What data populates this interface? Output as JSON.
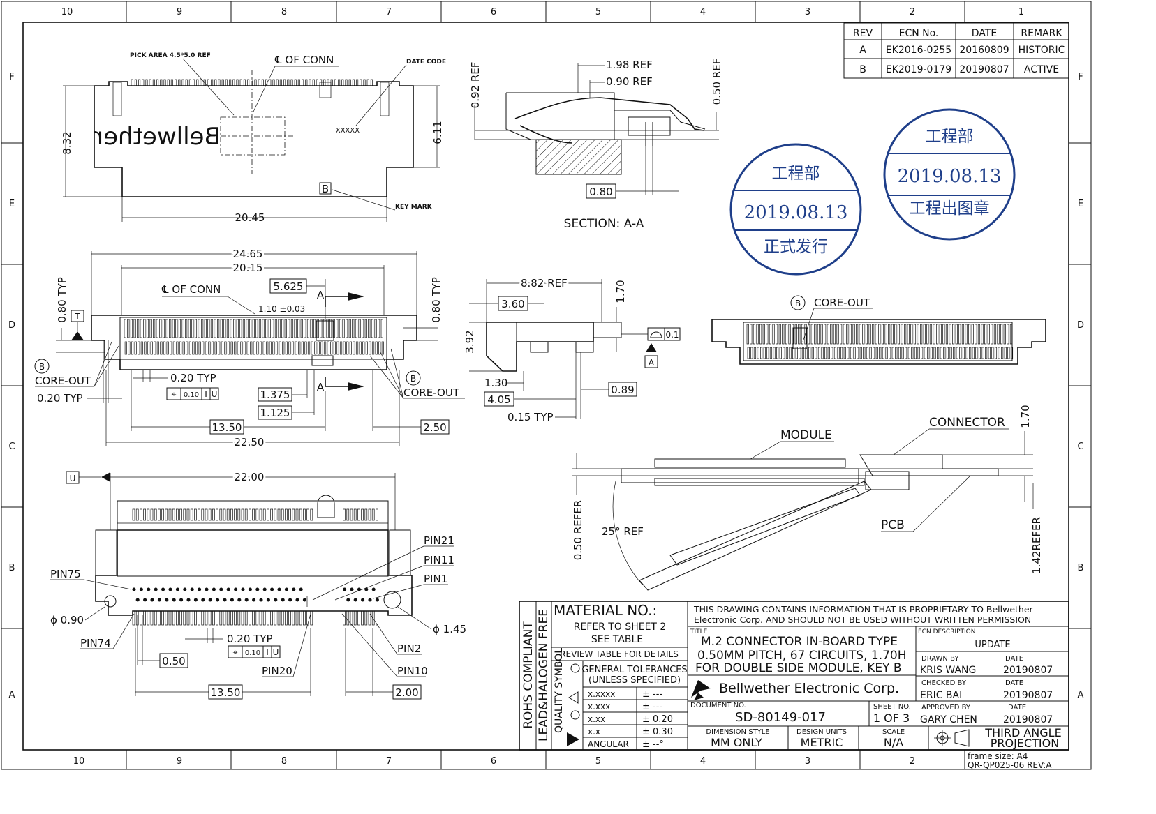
{
  "zones": {
    "columns": [
      "10",
      "9",
      "8",
      "7",
      "6",
      "5",
      "4",
      "3",
      "2",
      "1"
    ],
    "rows": [
      "F",
      "E",
      "D",
      "C",
      "B",
      "A"
    ]
  },
  "revision_table": {
    "headers": [
      "REV",
      "ECN No.",
      "DATE",
      "REMARK"
    ],
    "rows": [
      [
        "A",
        "EK2016-0255",
        "20160809",
        "HISTORIC"
      ],
      [
        "B",
        "EK2019-0179",
        "20190807",
        "ACTIVE"
      ]
    ]
  },
  "stamps": [
    {
      "top": "工程部",
      "middle": "2019.08.13",
      "bottom": "正式发行"
    },
    {
      "top": "工程部",
      "middle": "2019.08.13",
      "bottom": "工程出图章"
    }
  ],
  "top_view": {
    "pick_area": "PICK AREA 4.5*5.0 REF",
    "cl_conn": "℄ OF CONN",
    "date_code": "DATE CODE",
    "date_code_mark": "XXXXX",
    "brand_mirrored": "Bellwether",
    "key_mark": "KEY MARK",
    "key_letter": "B",
    "dim_832": "8.32",
    "dim_611": "6.11",
    "dim_2045": "20.45"
  },
  "section": {
    "title": "SECTION: A-A",
    "dim_198": "1.98 REF",
    "dim_090": "0.90 REF",
    "dim_092": "0.92 REF",
    "dim_050": "0.50 REF",
    "dim_080": "0.80"
  },
  "front_view": {
    "dim_2465": "24.65",
    "dim_2015": "20.15",
    "dim_5625": "5.625",
    "cl_conn": "℄ OF CONN",
    "dim_110": "1.10 ±0.03",
    "dim_080_left": "0.80 TYP",
    "dim_080_right": "0.80 TYP",
    "datum_t": "T",
    "sec_a": "A",
    "circle_b": "B",
    "core_out": "CORE-OUT",
    "dim_020typ_a": "0.20 TYP",
    "dim_020typ_b": "0.20 TYP",
    "fcf": "0.10",
    "fcf_t": "T",
    "fcf_u": "U",
    "dim_1375": "1.375",
    "dim_1125": "1.125",
    "dim_1350": "13.50",
    "dim_250": "2.50",
    "dim_2250": "22.50"
  },
  "side_view": {
    "dim_882": "8.82  REF",
    "dim_360": "3.60",
    "dim_170": "1.70",
    "dim_392": "3.92",
    "flatness": "0.1",
    "datum_a": "A",
    "dim_130": "1.30",
    "dim_405": "4.05",
    "dim_015": "0.15 TYP",
    "dim_089": "0.89"
  },
  "detail_view": {
    "circle_b": "B",
    "core_out": "CORE-OUT"
  },
  "module_view": {
    "module": "MODULE",
    "connector": "CONNECTOR",
    "dim_170": "1.70",
    "dim_050": "0.50 REFER",
    "angle": "25°  REF",
    "pcb": "PCB",
    "dim_142": "1.42REFER"
  },
  "bottom_view": {
    "datum_u": "U",
    "dim_2200": "22.00",
    "pin21": "PIN21",
    "pin11": "PIN11",
    "pin1": "PIN1",
    "pin75": "PIN75",
    "dim_090": "ϕ 0.90",
    "dim_145": "ϕ 1.45",
    "pin74": "PIN74",
    "pin2": "PIN2",
    "pin20": "PIN20",
    "pin10": "PIN10",
    "dim_020typ": "0.20 TYP",
    "fcf": "0.10",
    "fcf_t": "T",
    "fcf_u": "U",
    "dim_050": "0.50",
    "dim_1350": "13.50",
    "dim_200": "2.00"
  },
  "title_block": {
    "rohs": "ROHS  COMPLIANT",
    "halogen": "LEAD&HALOGEN  FREE",
    "quality": "QUALITY  SYMBOL",
    "material_hdr": "MATERIAL  NO.:",
    "material_1": "REFER  TO  SHEET  2",
    "material_2": "SEE  TABLE",
    "review": "REVIEW  TABLE  FOR  DETAILS",
    "general_tol": "GENERAL  TOLERANCES",
    "unless": "(UNLESS  SPECIFIED)",
    "tolerances": [
      {
        "fmt": "x.xxxx",
        "val": "± ---"
      },
      {
        "fmt": "x.xxx",
        "val": "± ---"
      },
      {
        "fmt": "x.xx",
        "val": "± 0.20"
      },
      {
        "fmt": "x.x",
        "val": "± 0.30"
      },
      {
        "fmt": "ANGULAR",
        "val": "± --°"
      }
    ],
    "proprietary_1": "THIS DRAWING CONTAINS INFORMATION THAT IS PROPRIETARY TO Bellwether",
    "proprietary_2": "Electronic Corp. AND SHOULD NOT BE USED WITHOUT WRITTEN PERMISSION",
    "title_label": "TITLE",
    "title_1": "M.2 CONNECTOR IN-BOARD TYPE",
    "title_2": "0.50MM PITCH, 67 CIRCUITS, 1.70H",
    "title_3": "FOR DOUBLE SIDE MODULE, KEY B",
    "ecn_desc_label": "ECN DESCRIPTION",
    "ecn_desc": "UPDATE",
    "drawn_by_label": "DRAWN BY",
    "drawn_by": "KRIS WANG",
    "drawn_date": "20190807",
    "checked_by_label": "CHECKED BY",
    "checked_by": "ERIC BAI",
    "checked_date": "20190807",
    "approved_by_label": "APPROVED BY",
    "approved_by": "GARY CHEN",
    "approved_date": "20190807",
    "date_label": "DATE",
    "company": "Bellwether  Electronic  Corp.",
    "doc_no_label": "DOCUMENT NO.",
    "doc_no": "SD-80149-017",
    "sheet_no_label": "SHEET NO.",
    "sheet_no": "1  OF  3",
    "dim_style_label": "DIMENSION  STYLE",
    "dim_style": "MM  ONLY",
    "design_units_label": "DESIGN  UNITS",
    "design_units": "METRIC",
    "scale_label": "SCALE",
    "scale": "N/A",
    "projection_1": "THIRD  ANGLE",
    "projection_2": "PROJECTION",
    "frame_size": "frame size: A4",
    "form_no": "QR-QP025-06 REV:A"
  }
}
